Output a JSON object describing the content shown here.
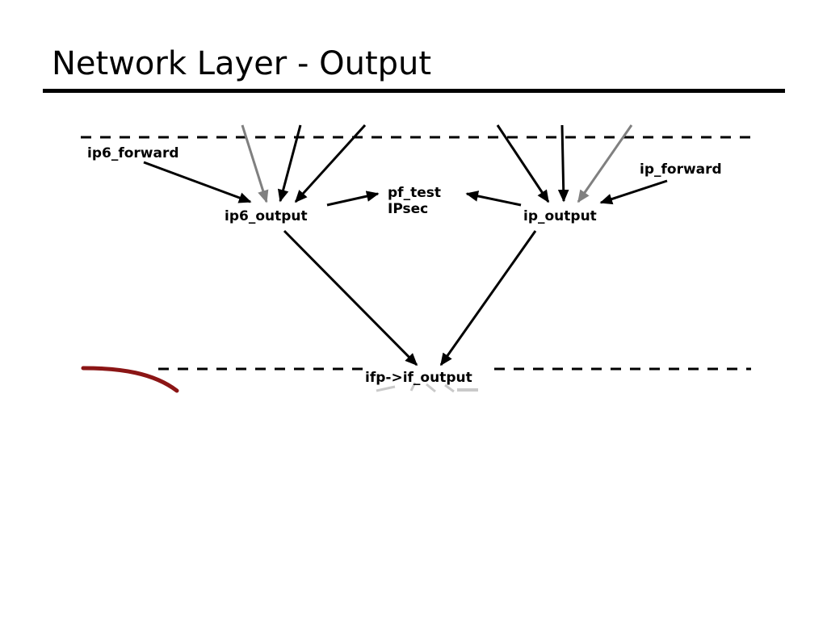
{
  "slide": {
    "title": "Network Layer - Output",
    "background_color": "#ffffff",
    "title_color": "#000000",
    "rule_color": "#000000"
  },
  "diagram": {
    "type": "flow-diagram",
    "line_color": "#000000",
    "gray_arrow_color": "#808080",
    "accent_curve_color": "#8B1515",
    "boundary_style": "dashed",
    "nodes": [
      {
        "id": "ip6_forward",
        "label": "ip6_forward"
      },
      {
        "id": "ip_forward",
        "label": "ip_forward"
      },
      {
        "id": "ip6_output",
        "label": "ip6_output"
      },
      {
        "id": "ip_output",
        "label": "ip_output"
      },
      {
        "id": "pf_test",
        "label": "pf_test"
      },
      {
        "id": "ipsec",
        "label": "IPsec"
      },
      {
        "id": "ifp_if_output",
        "label": "ifp->if_output"
      }
    ],
    "edges": [
      {
        "from": "ip6_forward",
        "to": "ip6_output",
        "color": "black"
      },
      {
        "from": "boundary_top",
        "to": "ip6_output",
        "color": "gray"
      },
      {
        "from": "boundary_top",
        "to": "ip6_output",
        "color": "black"
      },
      {
        "from": "boundary_top",
        "to": "ip6_output",
        "color": "black"
      },
      {
        "from": "ip6_output",
        "to": "pf_test",
        "color": "black"
      },
      {
        "from": "ip_output",
        "to": "pf_test",
        "color": "black"
      },
      {
        "from": "boundary_top",
        "to": "ip_output",
        "color": "black"
      },
      {
        "from": "boundary_top",
        "to": "ip_output",
        "color": "black"
      },
      {
        "from": "boundary_top",
        "to": "ip_output",
        "color": "gray"
      },
      {
        "from": "ip_forward",
        "to": "ip_output",
        "color": "black"
      },
      {
        "from": "ip6_output",
        "to": "ifp_if_output",
        "color": "black"
      },
      {
        "from": "ip_output",
        "to": "ifp_if_output",
        "color": "black"
      }
    ]
  }
}
